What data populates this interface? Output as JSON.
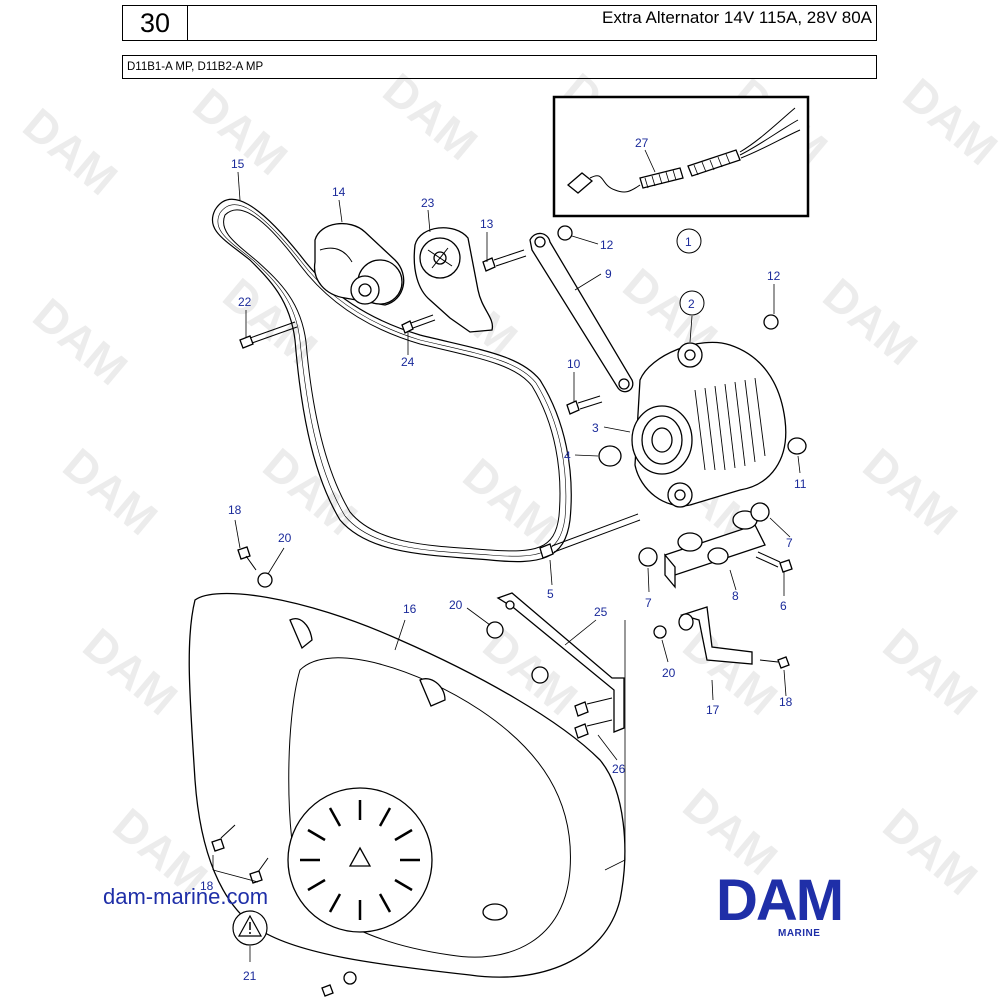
{
  "header": {
    "section_number": "30",
    "title": "Extra Alternator 14V 115A, 28V 80A",
    "models": "D11B1-A MP, D11B2-A MP"
  },
  "watermark": {
    "text": "DAM"
  },
  "callouts": [
    {
      "id": "1"
    },
    {
      "id": "2"
    },
    {
      "id": "3"
    },
    {
      "id": "4"
    },
    {
      "id": "5"
    },
    {
      "id": "6"
    },
    {
      "id": "7"
    },
    {
      "id": "7"
    },
    {
      "id": "8"
    },
    {
      "id": "9"
    },
    {
      "id": "10"
    },
    {
      "id": "11"
    },
    {
      "id": "12"
    },
    {
      "id": "12"
    },
    {
      "id": "13"
    },
    {
      "id": "14"
    },
    {
      "id": "15"
    },
    {
      "id": "16"
    },
    {
      "id": "17"
    },
    {
      "id": "18"
    },
    {
      "id": "18"
    },
    {
      "id": "18"
    },
    {
      "id": "20"
    },
    {
      "id": "20"
    },
    {
      "id": "20"
    },
    {
      "id": "21"
    },
    {
      "id": "22"
    },
    {
      "id": "23"
    },
    {
      "id": "24"
    },
    {
      "id": "25"
    },
    {
      "id": "26"
    },
    {
      "id": "27"
    }
  ],
  "footer": {
    "site": "dam-marine.com",
    "brand": "DAM",
    "brand_sub": "MARINE"
  },
  "colors": {
    "label_blue": "#1a2a9a",
    "brand_blue": "#1f2fa8"
  }
}
